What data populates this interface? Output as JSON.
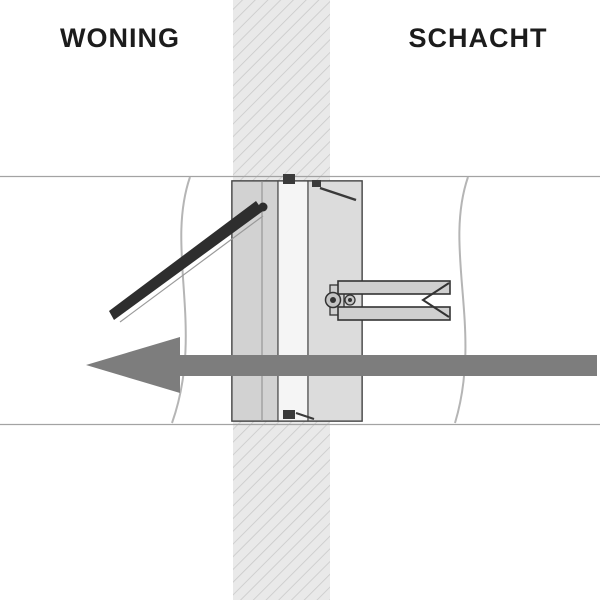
{
  "diagram": {
    "labels": {
      "left": "WONING",
      "right": "SCHACHT"
    },
    "arrow": {
      "direction": "left"
    },
    "colors": {
      "background": "#ffffff",
      "wall_fill": "#e9e9e9",
      "wall_hatch": "#c9c9c9",
      "duct_line": "#a3a3a3",
      "break_line": "#b5b5b5",
      "arrow": "#7d7d7d",
      "device_fill": "#d6d6d6",
      "device_fill_light": "#f5f5f5",
      "device_stroke": "#3a3a3a",
      "text": "#1c1c1c"
    }
  }
}
